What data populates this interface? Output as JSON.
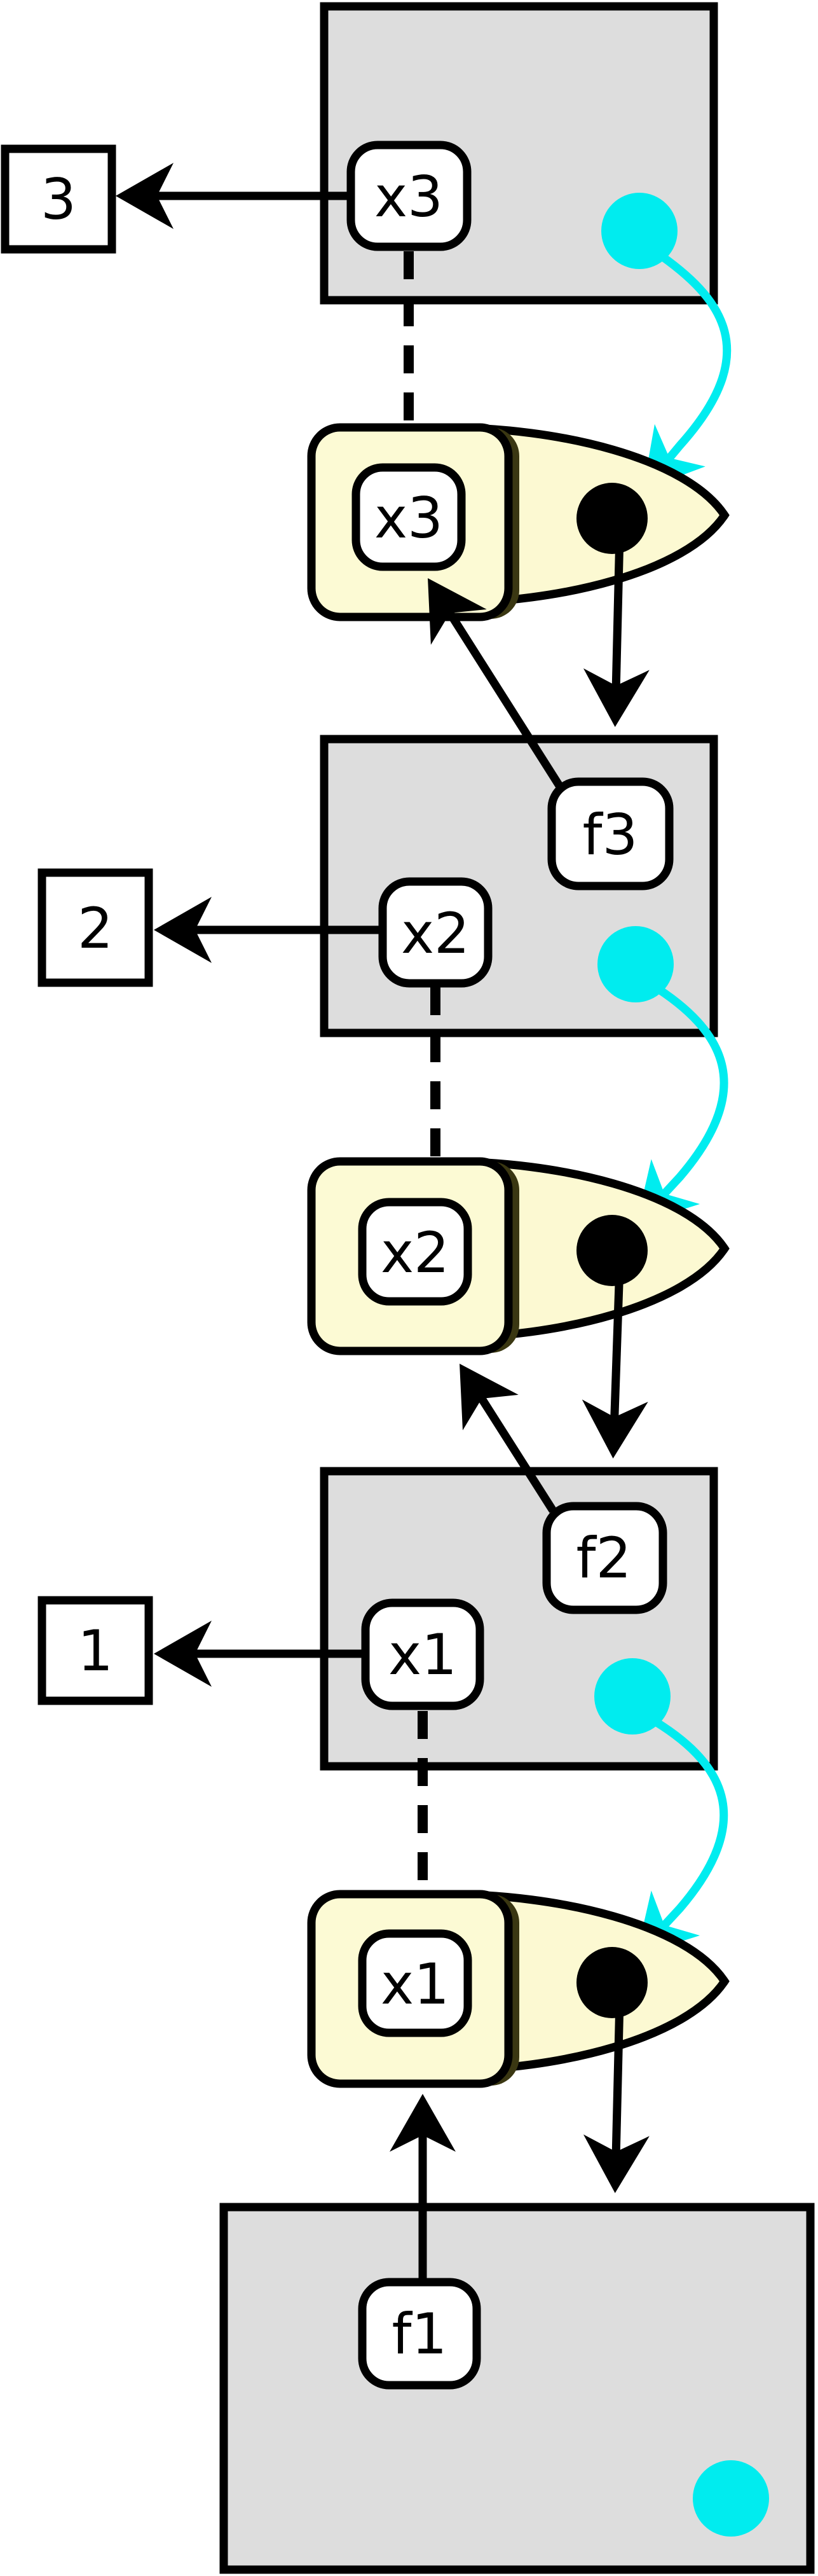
{
  "colors": {
    "environment_fill": "#dddddd",
    "closure_fill": "#fcf9d2",
    "closure_shadow": "#3a3712",
    "parent_pointer": "#00ecef",
    "stroke": "#000000"
  },
  "values": {
    "v3": "3",
    "v2": "2",
    "v1": "1"
  },
  "bindings": {
    "env3_x3": "x3",
    "env2_f3": "f3",
    "env2_x2": "x2",
    "env1_f2": "f2",
    "env1_x1": "x1",
    "global_f1": "f1"
  },
  "closures": {
    "c3_param": "x3",
    "c2_param": "x2",
    "c1_param": "x1"
  }
}
